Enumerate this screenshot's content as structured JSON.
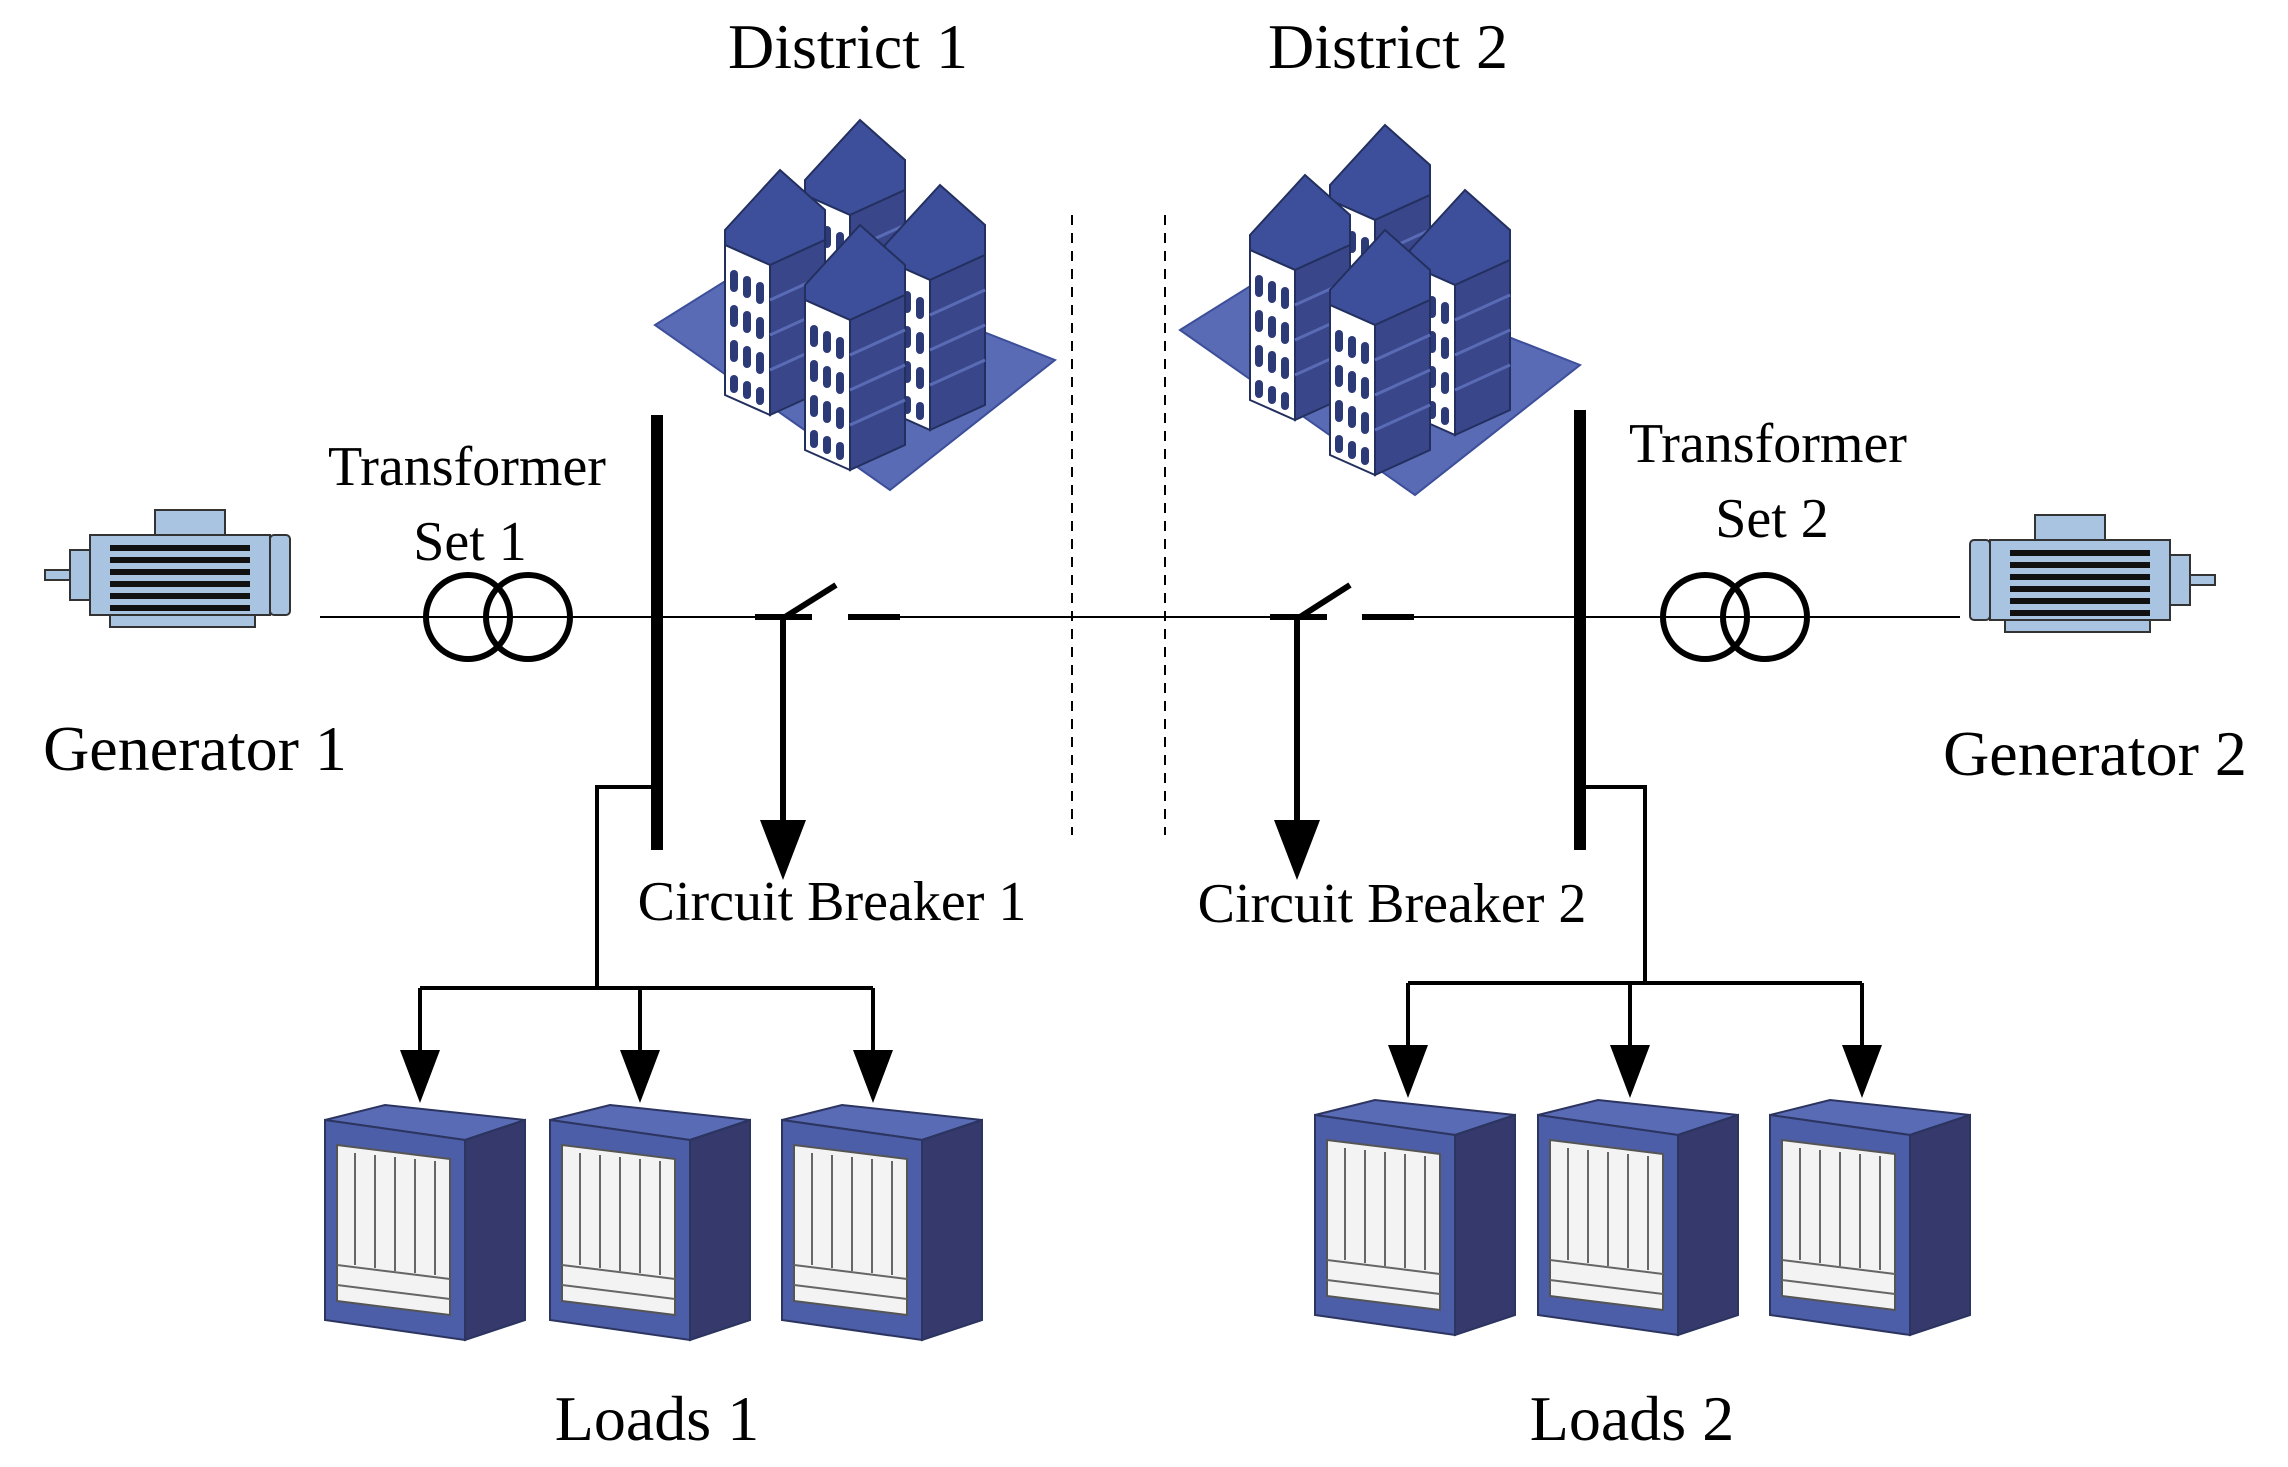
{
  "districts": [
    {
      "label": "District 1"
    },
    {
      "label": "District 2"
    }
  ],
  "generators": [
    {
      "label": "Generator 1"
    },
    {
      "label": "Generator 2"
    }
  ],
  "transformers": [
    {
      "line1": "Transformer",
      "line2": "Set 1"
    },
    {
      "line1": "Transformer",
      "line2": "Set 2"
    }
  ],
  "breakers": [
    {
      "label": "Circuit Breaker 1"
    },
    {
      "label": "Circuit Breaker 2"
    }
  ],
  "loads": [
    {
      "label": "Loads 1",
      "cabinets": 3
    },
    {
      "label": "Loads 2",
      "cabinets": 3
    }
  ],
  "colors": {
    "building_roof": "#3d4f9a",
    "building_wall": "#3a468a",
    "district_ground": "#5a6bb5",
    "motor_body": "#a9c4e0",
    "cabinet_front": "#4d5ea8",
    "cabinet_side": "#35396b",
    "line": "#000000"
  }
}
